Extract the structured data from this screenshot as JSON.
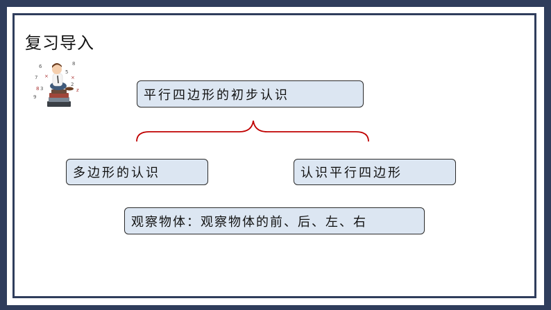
{
  "slide": {
    "title": "复习导入",
    "frame_color": "#2f3d5c",
    "box_fill": "#dce6f2",
    "brace_color": "#c00000"
  },
  "diagram": {
    "root": {
      "label": "平行四边形的初步认识"
    },
    "children": [
      {
        "label": "多边形的认识"
      },
      {
        "label": "认识平行四边形"
      }
    ],
    "note": {
      "label": "观察物体：观察物体的前、后、左、右"
    }
  },
  "illustration": {
    "description": "boy-sitting-on-books-with-numbers",
    "numbers": [
      "6",
      "8",
      "7",
      "5",
      "3",
      "2",
      "9"
    ]
  }
}
